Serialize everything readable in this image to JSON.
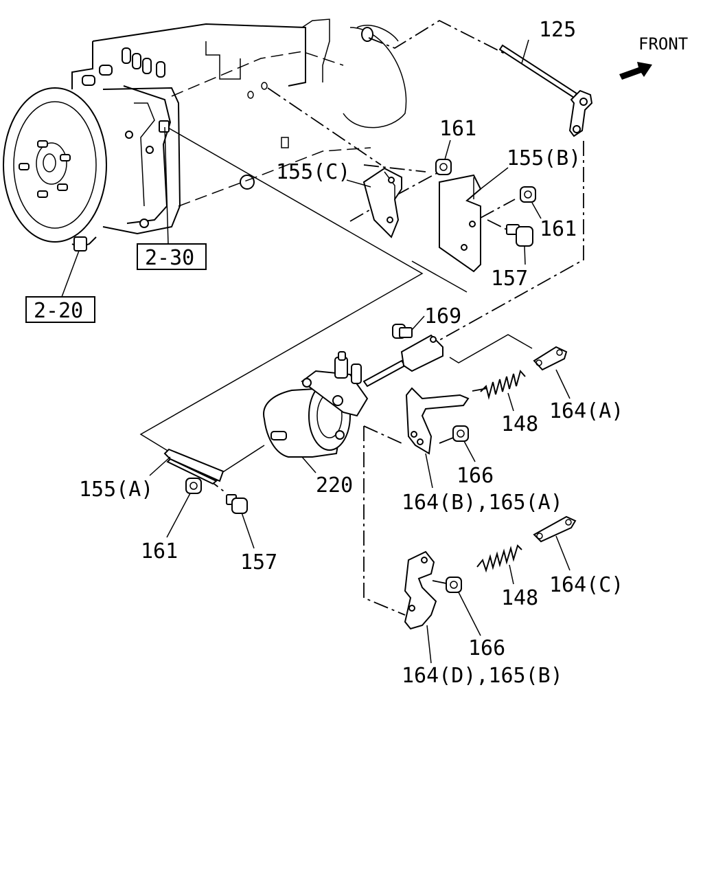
{
  "direction_label": "FRONT",
  "callouts": {
    "c125": "125",
    "c161_top": "161",
    "c155C": "155(C)",
    "c155B": "155(B)",
    "c161_right": "161",
    "c157_top": "157",
    "c169": "169",
    "c164A": "164(A)",
    "c148_upper": "148",
    "c166_upper": "166",
    "c164B165A": "164(B),165(A)",
    "c155A": "155(A)",
    "c220": "220",
    "c161_low": "161",
    "c157_low": "157",
    "c164C": "164(C)",
    "c148_lower": "148",
    "c166_lower": "166",
    "c164D165B": "164(D),165(B)"
  },
  "references": {
    "ref_2_30": "2-30",
    "ref_2_20": "2-20"
  }
}
